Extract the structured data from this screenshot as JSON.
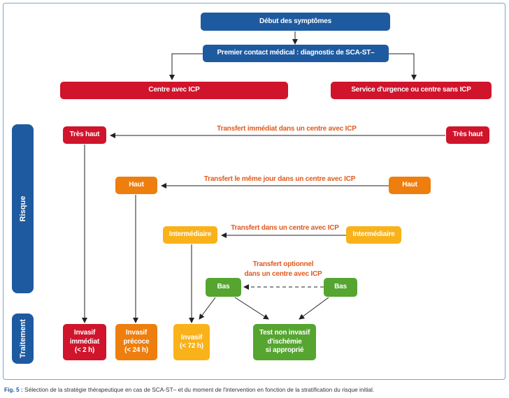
{
  "top": {
    "start": "Début des symptômes",
    "first_contact": "Premier contact médical : diagnostic de SCA-ST–"
  },
  "centers": {
    "pci": "Centre avec ICP",
    "non_pci": "Service d'urgence ou centre sans ICP"
  },
  "side_labels": {
    "risk": "Risque",
    "treatment": "Traitement"
  },
  "risk": {
    "very_high_left": "Très haut",
    "very_high_right": "Très haut",
    "high_left": "Haut",
    "high_right": "Haut",
    "intermediate_left": "Intermédiaire",
    "intermediate_right": "Intermédiaire",
    "low_left": "Bas",
    "low_right": "Bas"
  },
  "transfers": {
    "immediate": "Transfert immédiat dans un centre avec ICP",
    "same_day": "Transfert le même jour dans un centre avec ICP",
    "plain": "Transfert dans un centre avec ICP",
    "optional": "Transfert optionnel\ndans un centre avec ICP"
  },
  "treatment": {
    "immediate": "Invasif\nimmédiat\n(< 2 h)",
    "early": "Invasif\nprécoce\n(< 24 h)",
    "delayed": "Invasif\n(< 72 h)",
    "noninvasive": "Test non invasif\nd'ischémie\nsi approprié"
  },
  "caption": {
    "label": "Fig. 5 :",
    "text": " Sélection de la stratégie thérapeutique en cas de SCA-ST– et du moment de l'intervention en fonction de la stratification du risque initial."
  },
  "colors": {
    "blue": "#1e5aa0",
    "red": "#d0142c",
    "orange": "#ee7e0e",
    "yellow": "#f9b21a",
    "green": "#55a530",
    "transfer_text": "#e05a1e"
  }
}
